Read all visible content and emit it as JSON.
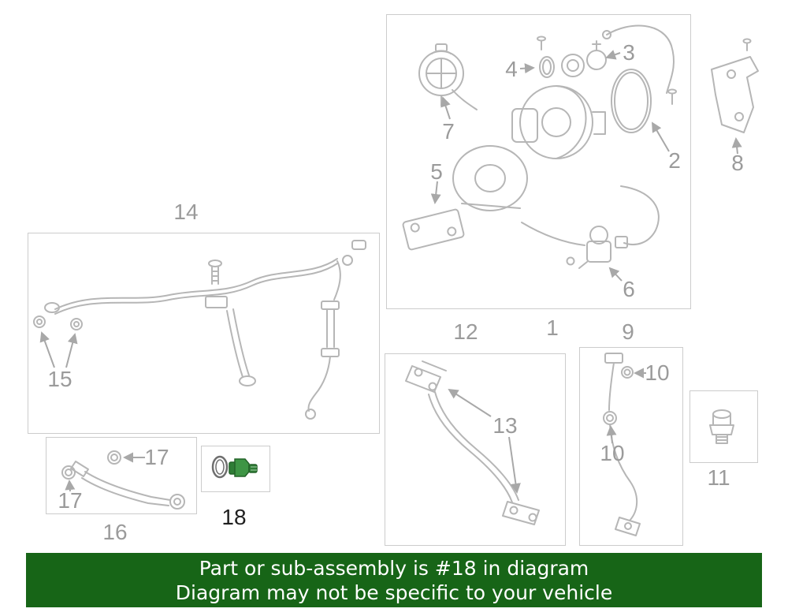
{
  "banner": {
    "line1": "Part or sub-assembly is #18 in diagram",
    "line2": "Diagram may not be specific to your vehicle"
  },
  "callouts": {
    "part1": "1",
    "part2": "2",
    "part3": "3",
    "part4": "4",
    "part5": "5",
    "part6": "6",
    "part7": "7",
    "part8": "8",
    "part9": "9",
    "part10a": "10",
    "part10b": "10",
    "part11": "11",
    "part12": "12",
    "part13": "13",
    "part14": "14",
    "part15": "15",
    "part16": "16",
    "part17a": "17",
    "part17b": "17",
    "part18": "18"
  },
  "highlighted_callout": "18",
  "colors": {
    "line_art": "#b6b6b6",
    "arrow": "#a8a8a8",
    "callout_label": "#9b9b9b",
    "highlight_label": "#1f1f1f",
    "highlighted_part": "#3e9545",
    "banner_background": "#176517",
    "banner_text": "#ffffff",
    "box_border": "#cccccc"
  }
}
